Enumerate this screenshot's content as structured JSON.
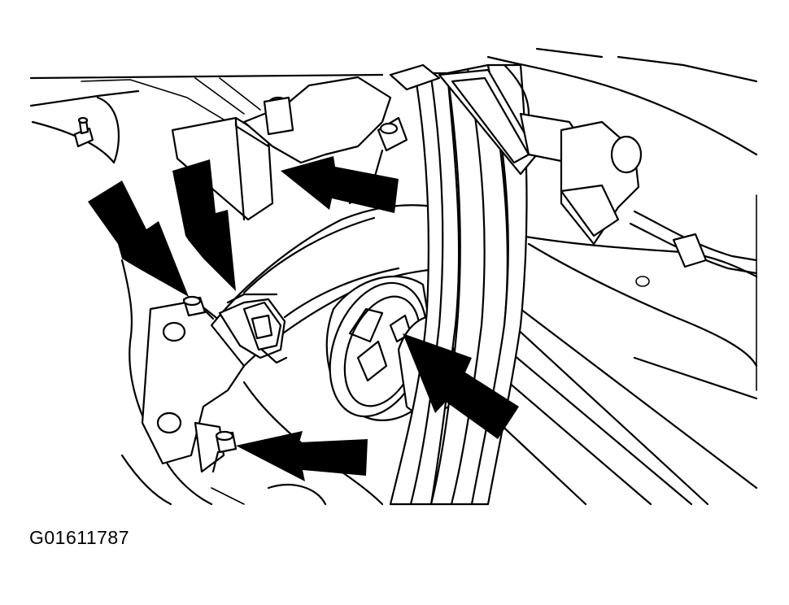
{
  "figure": {
    "id_label": "G01611787"
  },
  "callout_arrows": [
    {
      "name": "arrow-upper-left-outer",
      "target": "mounting-bolt"
    },
    {
      "name": "arrow-upper-left-inner",
      "target": "hose-clamp"
    },
    {
      "name": "arrow-top-center",
      "target": "electrical-connector"
    },
    {
      "name": "arrow-right",
      "target": "hose-coupling"
    },
    {
      "name": "arrow-bottom",
      "target": "lower-bolt"
    }
  ],
  "colors": {
    "line": "#000000",
    "background": "#ffffff"
  }
}
